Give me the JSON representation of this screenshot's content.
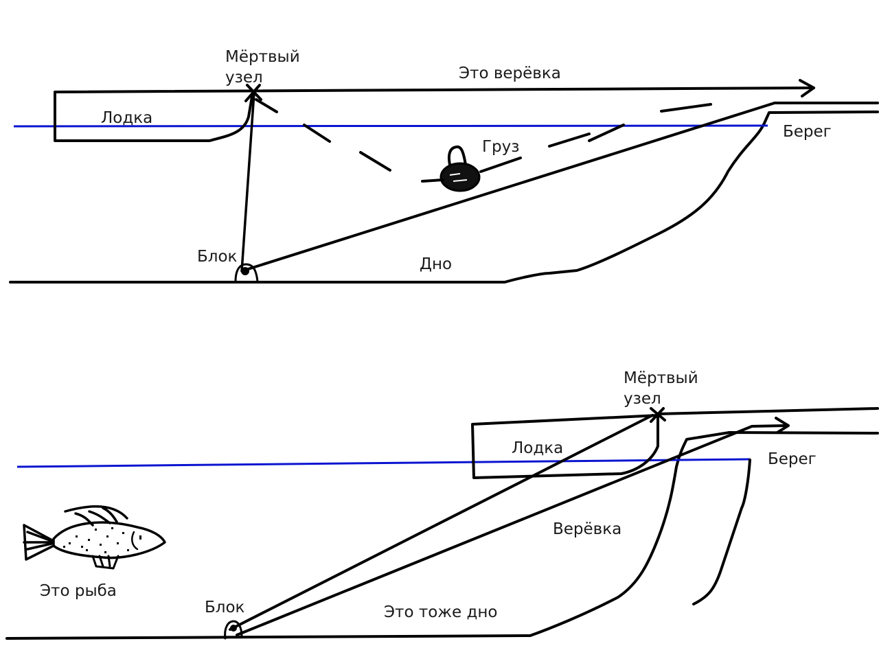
{
  "colors": {
    "ink": "#000000",
    "water": "#0a14d0",
    "background": "#ffffff"
  },
  "top_diagram": {
    "labels": {
      "dead_knot_line1": "Мёртвый",
      "dead_knot_line2": "узел",
      "rope": "Это верёвка",
      "boat": "Лодка",
      "weight": "Груз",
      "shore": "Берег",
      "pulley": "Блок",
      "bottom": "Дно"
    }
  },
  "bottom_diagram": {
    "labels": {
      "dead_knot_line1": "Мёртвый",
      "dead_knot_line2": "узел",
      "boat": "Лодка",
      "shore": "Берег",
      "rope": "Верёвка",
      "fish": "Это рыба",
      "pulley": "Блок",
      "bottom": "Это тоже дно"
    }
  }
}
